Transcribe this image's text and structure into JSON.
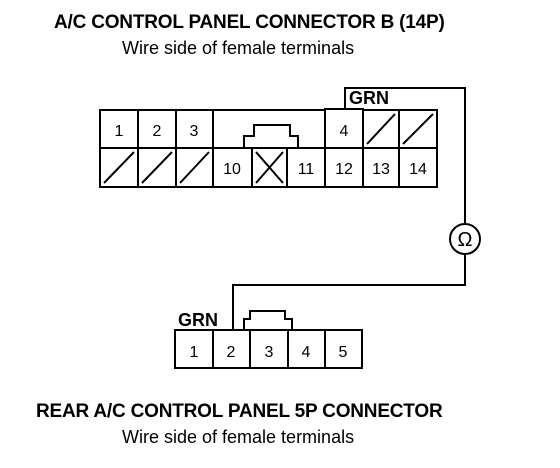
{
  "top_connector": {
    "title": "A/C CONTROL PANEL CONNECTOR B (14P)",
    "subtitle": "Wire side of female terminals",
    "terminals": [
      "1",
      "2",
      "3",
      "4",
      "10",
      "11",
      "12",
      "13",
      "14"
    ],
    "wire_label": "GRN"
  },
  "bottom_connector": {
    "title": "REAR A/C CONTROL PANEL 5P CONNECTOR",
    "subtitle": "Wire side of female terminals",
    "terminals": [
      "1",
      "2",
      "3",
      "4",
      "5"
    ],
    "wire_label": "GRN"
  },
  "meter": {
    "symbol": "Ω"
  }
}
